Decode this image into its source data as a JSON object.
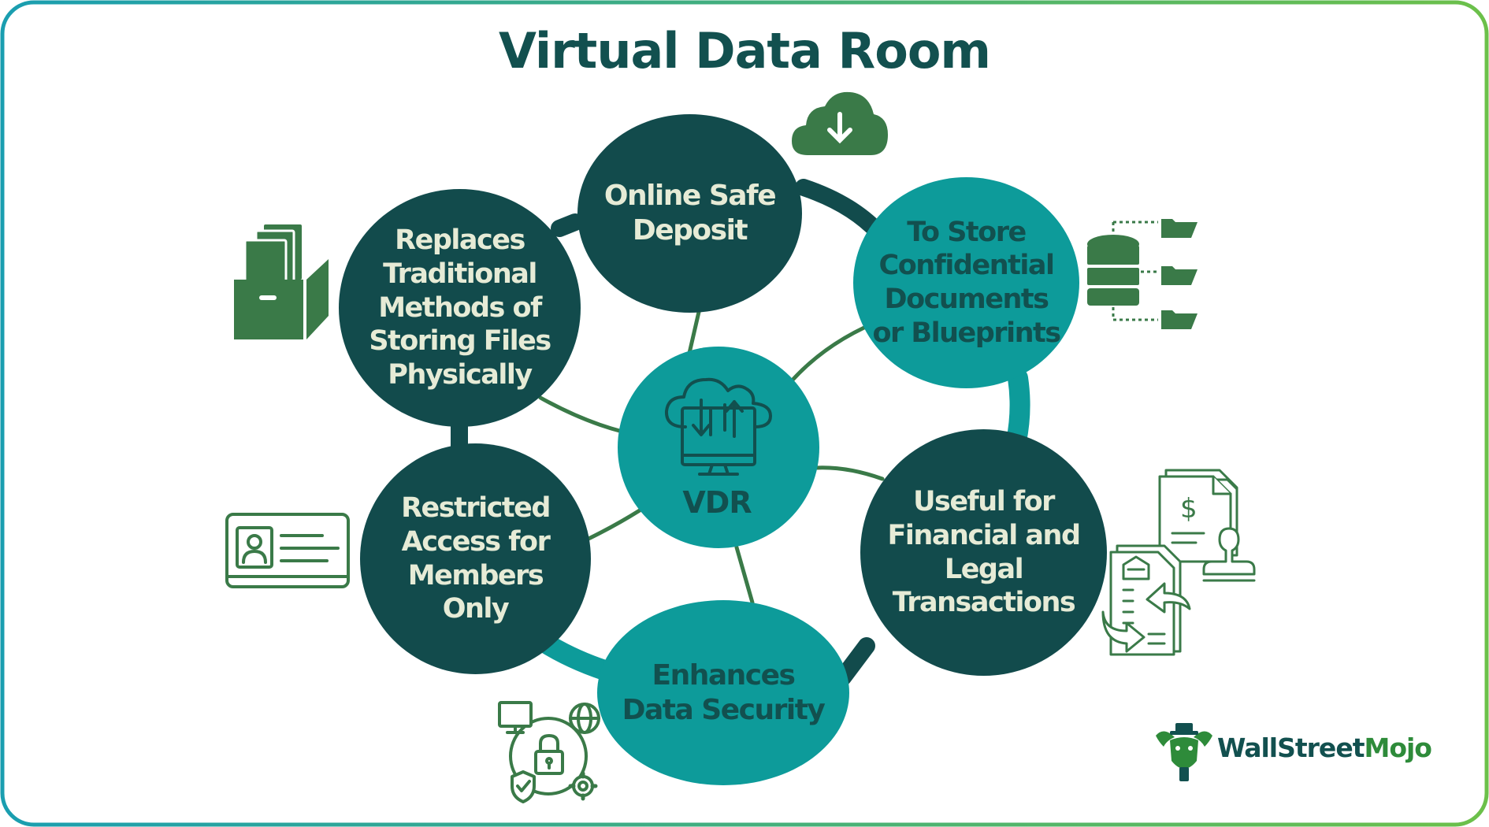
{
  "title": "Virtual Data Room",
  "center": {
    "label": "VDR",
    "icon": "cloud-transfer-monitor-icon"
  },
  "nodes": [
    {
      "id": "online-safe-deposit",
      "lines": [
        "Online Safe",
        "Deposit"
      ],
      "style": "dark",
      "icon": "cloud-download-icon"
    },
    {
      "id": "store-confidential",
      "lines": [
        "To Store",
        "Confidential",
        "Documents",
        "or Blueprints"
      ],
      "style": "teal",
      "icon": "database-folders-icon"
    },
    {
      "id": "financial-legal",
      "lines": [
        "Useful for",
        "Financial and",
        "Legal",
        "Transactions"
      ],
      "style": "dark",
      "icon": "financial-documents-exchange-icon"
    },
    {
      "id": "data-security",
      "lines": [
        "Enhances",
        "Data Security"
      ],
      "style": "teal",
      "icon": "security-network-icon"
    },
    {
      "id": "restricted-access",
      "lines": [
        "Restricted",
        "Access for",
        "Members",
        "Only"
      ],
      "style": "dark",
      "icon": "id-card-icon"
    },
    {
      "id": "replaces-traditional",
      "lines": [
        "Replaces",
        "Traditional",
        "Methods of",
        "Storing Files",
        "Physically"
      ],
      "style": "dark",
      "icon": "file-box-icon"
    }
  ],
  "brand": {
    "part1": "WallStreet",
    "part2": "Mojo",
    "icon": "wallstreetmojo-logo-icon"
  },
  "colors": {
    "dark": "#124b4c",
    "teal": "#0d9b9a",
    "icon_green": "#3a7a48",
    "title": "#12504f",
    "light_text": "#e6ebd6",
    "frame_start": "#1a9eb0",
    "frame_end": "#6cc04a"
  }
}
